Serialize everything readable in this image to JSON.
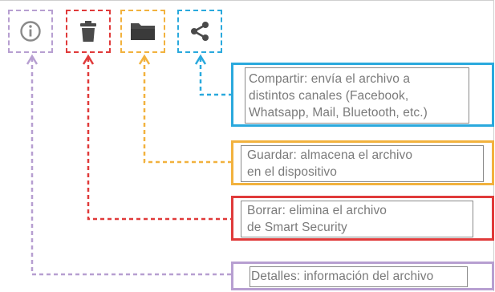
{
  "icons": [
    {
      "name": "info-icon",
      "color": "#b79fd1"
    },
    {
      "name": "trash-icon",
      "color": "#e03a3a"
    },
    {
      "name": "folder-icon",
      "color": "#f2b23e"
    },
    {
      "name": "share-icon",
      "color": "#2aa9dd"
    }
  ],
  "callouts": {
    "share": {
      "color": "#2aa9dd",
      "lines": [
        "Compartir: envía el archivo a",
        "distintos canales (Facebook,",
        "Whatsapp, Mail, Bluetooth, etc.)"
      ]
    },
    "save": {
      "color": "#f2b23e",
      "lines": [
        "Guardar: almacena el archivo",
        "en el dispositivo"
      ]
    },
    "delete": {
      "color": "#e03a3a",
      "lines": [
        "Borrar: elimina el archivo",
        "de Smart Security"
      ]
    },
    "details": {
      "color": "#b79fd1",
      "lines": [
        "Detalles: información del archivo"
      ]
    }
  }
}
